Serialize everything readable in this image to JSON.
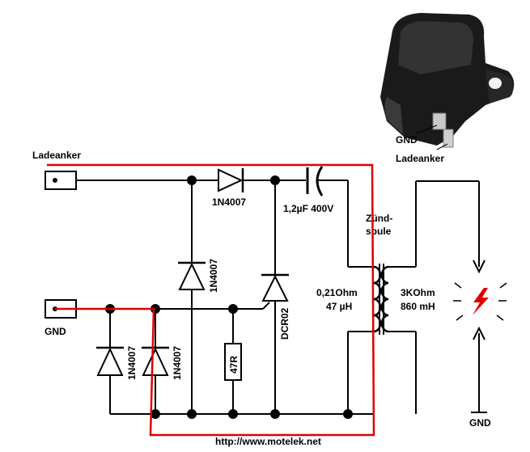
{
  "labels": {
    "ladeanker_left": "Ladeanker",
    "gnd_left": "GND",
    "diode_top": "1N4007",
    "diode_mid": "1N4007",
    "diode_bot_left": "1N4007",
    "diode_bot_right": "1N4007",
    "capacitor": "1,2µF 400V",
    "thyristor": "DCR02",
    "resistor": "47R",
    "coil_title_1": "Zünd-",
    "coil_title_2": "spule",
    "primary_r": "0,21Ohm",
    "primary_l": "47 µH",
    "secondary_r": "3KOhm",
    "secondary_l": "860 mH",
    "gnd_right": "GND",
    "photo_gnd": "GND",
    "photo_ladeanker": "Ladeanker",
    "url": "http://www.motelek.net"
  },
  "colors": {
    "wire": "#000000",
    "highlight_box": "#e00000",
    "spark": "#e00000"
  },
  "icons": {
    "photo": "ignition-coil-photo",
    "spark": "spark-gap-icon"
  }
}
